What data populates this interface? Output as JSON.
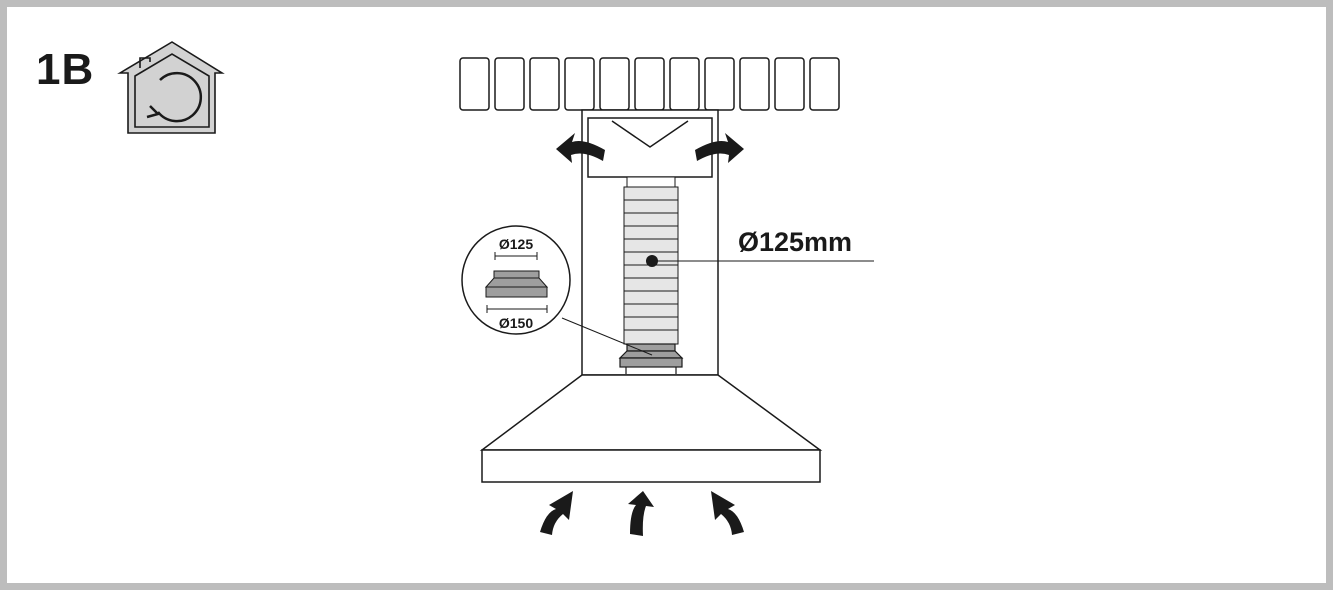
{
  "step": {
    "label": "1B"
  },
  "icons": {
    "mode": "recirculation-house-icon"
  },
  "main_dimension": {
    "label": "Ø125mm"
  },
  "adapter_detail": {
    "top_label": "Ø125",
    "bottom_label": "Ø150"
  },
  "colors": {
    "line": "#1a1a1a",
    "part_fill": "#9e9e9e",
    "duct_fill": "#e6e6e6",
    "frame": "#bdbdbd",
    "icon_fill": "#d2d2d2"
  }
}
